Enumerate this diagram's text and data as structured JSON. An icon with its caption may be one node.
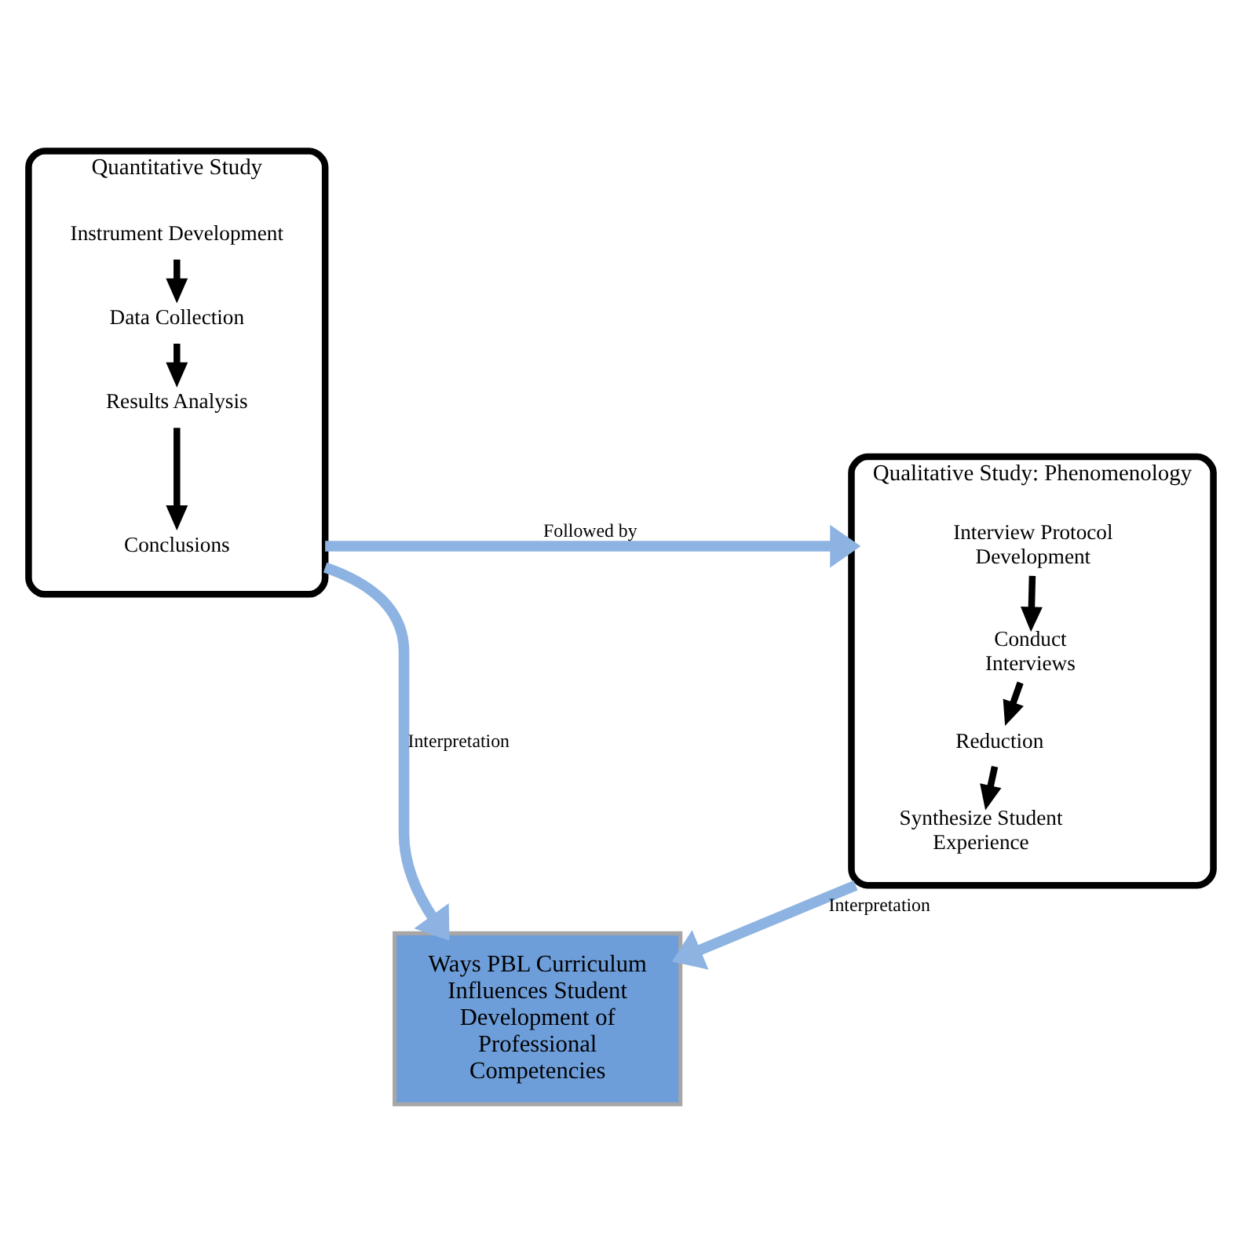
{
  "diagram": {
    "nodes": [
      {
        "text": [
          "Quantitative Study"
        ]
      },
      {
        "text": [
          "Instrument Development"
        ],
        "in": 0
      },
      {
        "text": [
          "Data Collection"
        ],
        "in": 0
      },
      {
        "text": [
          "Results Analysis"
        ],
        "in": 0
      },
      {
        "text": [
          "Conclusions"
        ],
        "in": 0
      },
      {
        "text": [
          "Qualitative Study: Phenomenology"
        ]
      },
      {
        "text": [
          "Interview Protocol Development"
        ],
        "in": 5
      },
      {
        "text": [
          "Conduct Interviews"
        ],
        "in": 5
      },
      {
        "text": [
          "Reduction"
        ],
        "in": 5
      },
      {
        "text": [
          "Synthesize Student Experience"
        ],
        "in": 5
      },
      {
        "text": [
          "Ways PBL Curriculum Influences Student Development of Professional Competencies"
        ]
      }
    ],
    "edges": [
      {
        "from": 1,
        "to": 2,
        "arrow": "to"
      },
      {
        "from": 2,
        "to": 3,
        "arrow": "to"
      },
      {
        "from": 3,
        "to": 4,
        "arrow": "to"
      },
      {
        "from": 0,
        "to": 5,
        "arrow": "to",
        "label": "Followed by",
        "color": "#8db3e2"
      },
      {
        "from": 0,
        "to": 10,
        "arrow": "to",
        "label": "Interpretation",
        "color": "#8db3e2"
      },
      {
        "from": 6,
        "to": 7,
        "arrow": "to"
      },
      {
        "from": 7,
        "to": 8,
        "arrow": "to"
      },
      {
        "from": 8,
        "to": 9,
        "arrow": "to"
      },
      {
        "from": 5,
        "to": 10,
        "arrow": "to",
        "label": "Interpretation",
        "color": "#8db3e2"
      }
    ]
  }
}
